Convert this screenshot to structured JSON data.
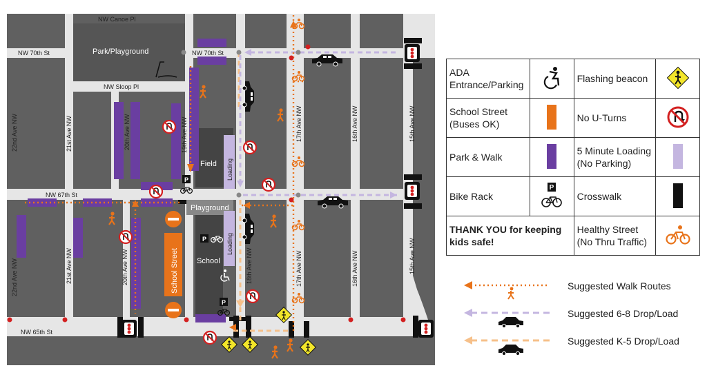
{
  "map": {
    "streets": {
      "nw_canoe_pl": "NW Canoe Pl",
      "nw_70th_st_west": "NW 70th St",
      "nw_70th_st_east": "NW 70th St",
      "nw_sloop_pl": "NW Sloop Pl",
      "nw_67th_st": "NW 67th St",
      "nw_65th_st": "NW 65th St",
      "ave22_north": "22nd Ave NW",
      "ave22_south": "22nd Ave NW",
      "ave21_north": "21st Ave NW",
      "ave21_south": "21st Ave NW",
      "ave20_north": "20th Ave NW",
      "ave20_south": "20th Ave NW",
      "ave19": "19th Ave NW",
      "ave18": "18th Ave NW",
      "ave17_north": "17th Ave NW",
      "ave17_south": "17th Ave NW",
      "ave16_north": "16th Ave NW",
      "ave16_south": "16th Ave NW",
      "ave15_north": "15th Ave NW",
      "ave15_south": "15th Ave NW"
    },
    "places": {
      "park": "Park/Playground",
      "field": "Field",
      "playground": "Playground",
      "school": "School",
      "school_street": "School Street",
      "loading_north": "Loading",
      "loading_south": "Loading"
    },
    "colors": {
      "block": "#606060",
      "street": "#e6e6e6",
      "school_building": "#454545",
      "orange": "#e8731a",
      "purple": "#6a3ea1",
      "lavender": "#c4b6e0",
      "peach": "#f6c08a",
      "black": "#111111",
      "beacon": "#f3e62a"
    }
  },
  "legend": {
    "rows": [
      {
        "left": "ADA Entrance/Parking",
        "left_icon": "wheelchair-icon",
        "right": "Flashing beacon",
        "right_icon": "pedestrian-crossing-sign-icon"
      },
      {
        "left": "School Street (Buses OK)",
        "left_icon": "orange-swatch",
        "right": "No U-Turns",
        "right_icon": "no-u-turn-icon"
      },
      {
        "left": "Park & Walk",
        "left_icon": "purple-swatch",
        "right": "5 Minute Loading (No Parking)",
        "right_icon": "lavender-swatch"
      },
      {
        "left": "Bike Rack",
        "left_icon": "bike-rack-icon",
        "right": "Crosswalk",
        "right_icon": "black-swatch"
      },
      {
        "left": "THANK YOU for keeping kids safe!",
        "left_icon": "",
        "right": "Healthy Street (No Thru Traffic)",
        "right_icon": "cyclist-icon"
      }
    ],
    "bike_rack_letter": "P",
    "routes": [
      {
        "label": "Suggested Walk Routes",
        "icon": "walker-icon"
      },
      {
        "label": "Suggested 6-8 Drop/Load",
        "icon": "car-icon"
      },
      {
        "label": "Suggested K-5 Drop/Load",
        "icon": "car-icon"
      }
    ]
  }
}
